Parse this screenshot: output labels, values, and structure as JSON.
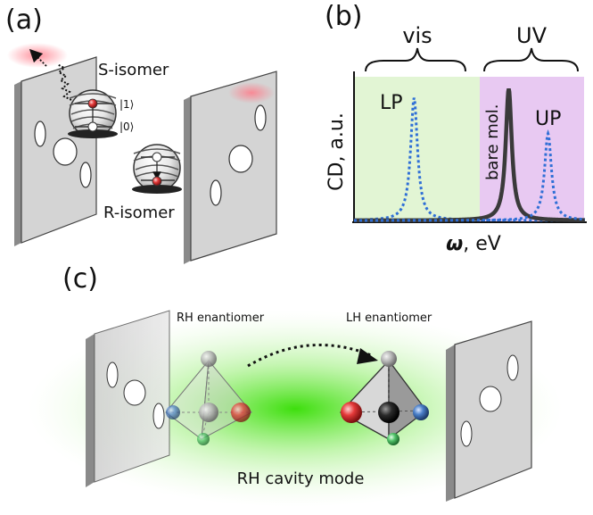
{
  "panels": {
    "a": {
      "label": "(a)",
      "s_isomer": "S-isomer",
      "r_isomer": "R-isomer",
      "ket_one": "|1⟩",
      "ket_zero": "|0⟩"
    },
    "b": {
      "label": "(b)",
      "vis_label": "vis",
      "uv_label": "UV",
      "ylabel": "CD, a.u.",
      "xlabel_symbol": "ω",
      "xlabel_unit": ", eV",
      "lp_label": "LP",
      "up_label": "UP",
      "bare_label": "bare mol."
    },
    "c": {
      "label": "(c)",
      "rh_enantiomer": "RH enantiomer",
      "lh_enantiomer": "LH enantiomer",
      "cavity_mode": "RH cavity mode"
    }
  },
  "colors": {
    "vis_region": "#e2f5d4",
    "uv_region": "#e8c9f2",
    "polariton_line": "#2f6fd6",
    "bare_line": "#3a3a3a",
    "green_glow": "#33dd00",
    "mirror_face": "#d4d4d4",
    "mirror_edge": "#8a8a8a",
    "red_sphere": "#e53a3a",
    "blue_sphere": "#4a7fc8",
    "green_sphere": "#52c46a",
    "black_sphere": "#2b2b2b"
  },
  "chart_data": {
    "type": "line",
    "title": "",
    "xlabel": "ω, eV",
    "ylabel": "CD, a.u.",
    "regions": [
      {
        "name": "vis",
        "range": [
          0.0,
          0.52
        ]
      },
      {
        "name": "UV",
        "range": [
          0.52,
          1.0
        ]
      }
    ],
    "series": [
      {
        "name": "LP",
        "style": "dotted",
        "center": 0.26,
        "height": 0.93,
        "width": 0.018
      },
      {
        "name": "bare mol.",
        "style": "solid",
        "center": 0.67,
        "height": 1.0,
        "width": 0.016
      },
      {
        "name": "UP",
        "style": "dotted",
        "center": 0.84,
        "height": 0.66,
        "width": 0.018
      }
    ],
    "xlim": [
      0,
      1
    ],
    "ylim": [
      0,
      1.05
    ]
  }
}
